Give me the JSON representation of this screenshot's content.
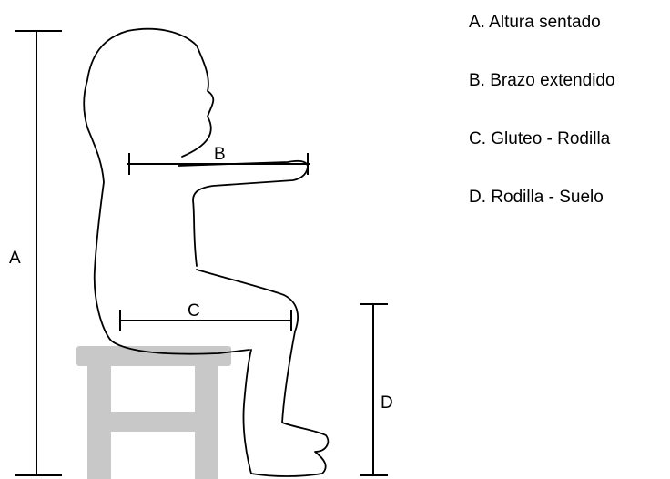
{
  "dimension_letters": {
    "a": "A",
    "b": "B",
    "c": "C",
    "d": "D"
  },
  "legend": [
    "A. Altura sentado",
    "B. Brazo extendido",
    "C. Gluteo - Rodilla",
    "D. Rodilla - Suelo"
  ],
  "colors": {
    "outline": "#000000",
    "stool": "#c8c8c8",
    "background": "#ffffff"
  }
}
